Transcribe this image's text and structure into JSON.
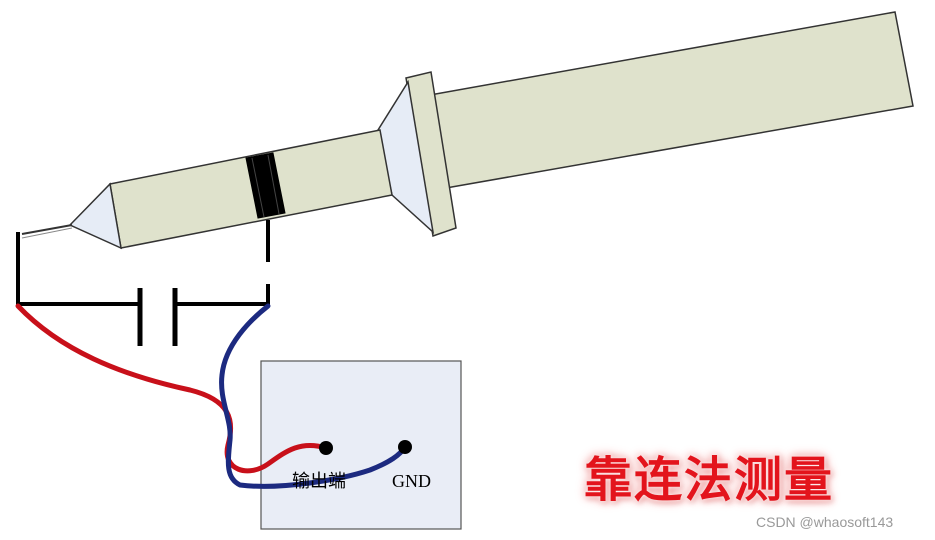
{
  "labels": {
    "output_terminal": "输出端",
    "gnd": "GND"
  },
  "title": "靠连法测量",
  "watermark": "CSDN @whaosoft143",
  "colors": {
    "probe_body": "#dfe2cc",
    "probe_tip_cone": "#e6ecf6",
    "device_box": "#e9edf6",
    "red_wire": "#c8101a",
    "blue_wire": "#1c2a80",
    "title": "#e3141c",
    "black_lead": "#000000"
  }
}
